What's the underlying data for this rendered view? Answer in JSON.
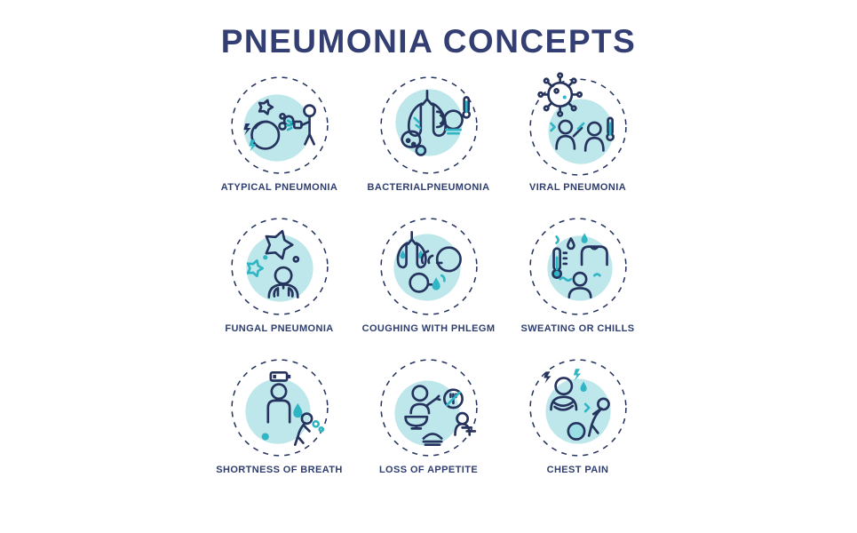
{
  "title": "PNEUMONIA CONCEPTS",
  "colors": {
    "title_text": "#333f72",
    "label_text": "#2f3e6e",
    "line_art": "#25335e",
    "teal_accent": "#2fb5c4",
    "circle_fill": "#bde7ea",
    "background": "#ffffff"
  },
  "concepts": [
    {
      "label": "ATYPICAL PNEUMONIA",
      "icon": "atypical-pneumonia-icon"
    },
    {
      "label": "BACTERIALPNEUMONIA",
      "icon": "bacterial-pneumonia-icon"
    },
    {
      "label": "VIRAL PNEUMONIA",
      "icon": "viral-pneumonia-icon"
    },
    {
      "label": "FUNGAL PNEUMONIA",
      "icon": "fungal-pneumonia-icon"
    },
    {
      "label": "COUGHING WITH PHLEGM",
      "icon": "coughing-with-phlegm-icon"
    },
    {
      "label": "SWEATING OR CHILLS",
      "icon": "sweating-or-chills-icon"
    },
    {
      "label": "SHORTNESS OF BREATH",
      "icon": "shortness-of-breath-icon"
    },
    {
      "label": "LOSS OF APPETITE",
      "icon": "loss-of-appetite-icon"
    },
    {
      "label": "CHEST PAIN",
      "icon": "chest-pain-icon"
    }
  ]
}
